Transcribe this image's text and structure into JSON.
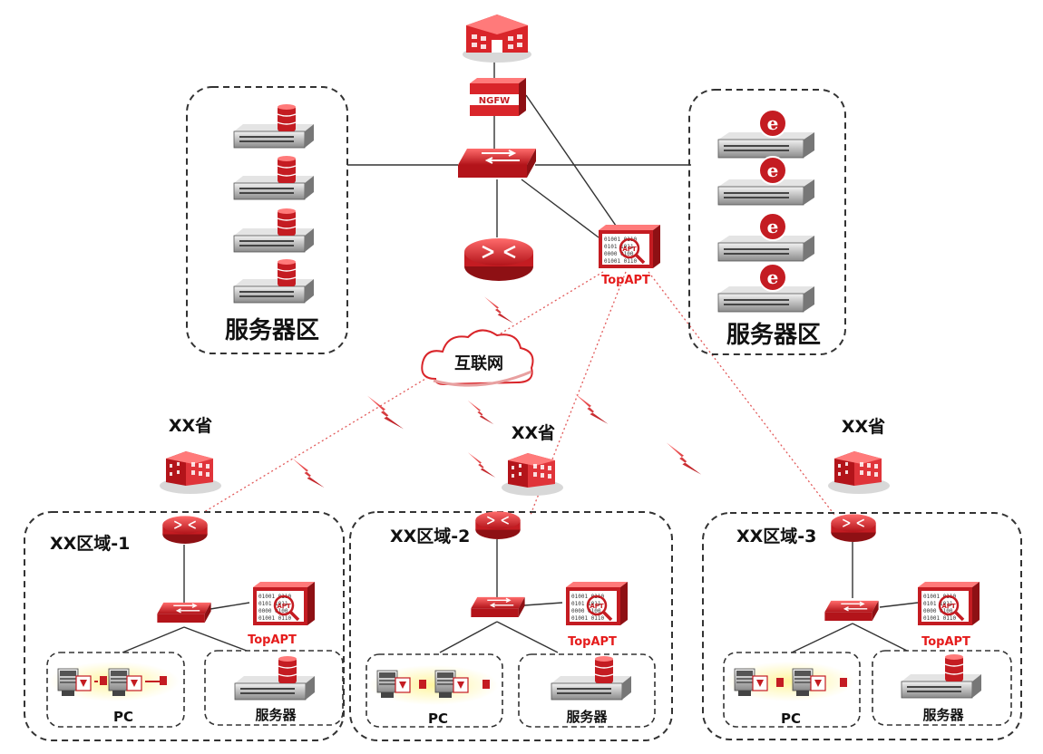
{
  "diagram": {
    "left_zone_label": "服务器区",
    "right_zone_label": "服务器区",
    "internet_label": "互联网",
    "ngfw_label": "NGFW",
    "apt_label": "TopAPT",
    "provinces": [
      "XX省",
      "XX省",
      "XX省"
    ],
    "regions": [
      {
        "label": "XX区域-1",
        "pc_label": "PC",
        "server_label": "服务器",
        "apt_label": "TopAPT"
      },
      {
        "label": "XX区域-2",
        "pc_label": "PC",
        "server_label": "服务器",
        "apt_label": "TopAPT"
      },
      {
        "label": "XX区域-3",
        "pc_label": "PC",
        "server_label": "服务器",
        "apt_label": "TopAPT"
      }
    ],
    "colors": {
      "device_red": "#d9252a",
      "link": "#333333",
      "mirror_link": "#e25a5a",
      "zone_border": "#333333"
    },
    "icons": [
      "building-icon",
      "firewall-icon",
      "switch-icon",
      "router-icon",
      "apt-probe-icon",
      "db-server-icon",
      "web-server-icon",
      "cloud-icon",
      "pc-icon",
      "lightning-icon"
    ]
  }
}
